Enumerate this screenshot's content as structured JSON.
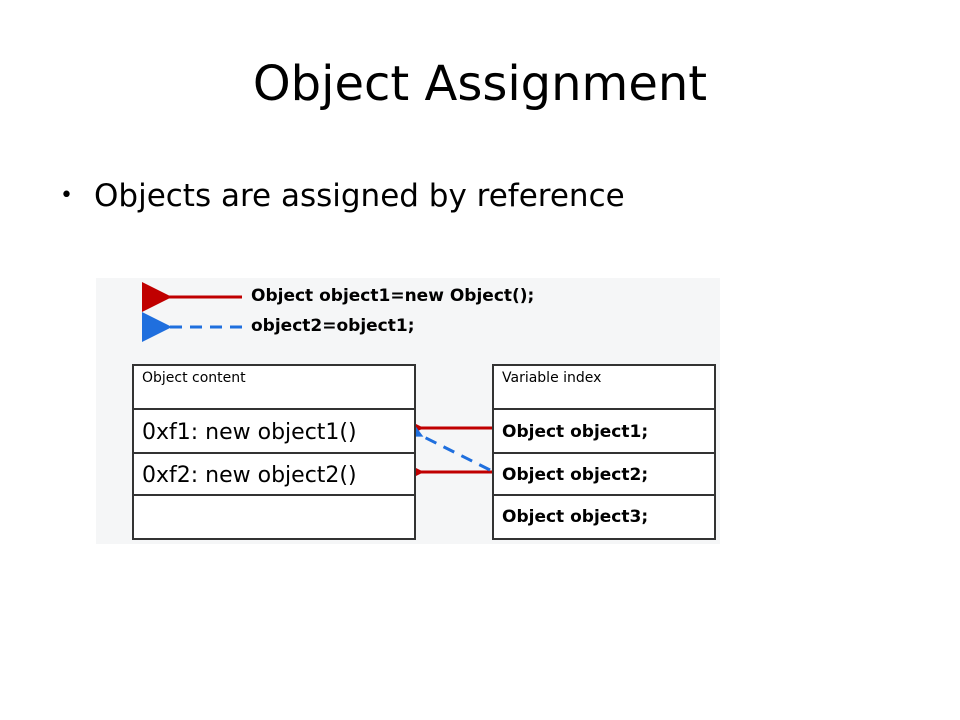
{
  "slide": {
    "title": "Object Assignment",
    "bullet": "Objects are assigned by reference"
  },
  "legend": {
    "solid_label": "Object object1=new Object();",
    "dashed_label": "object2=object1;",
    "solid_color": "#c00000",
    "dashed_color": "#1f6fde"
  },
  "object_table": {
    "header": "Object content",
    "rows": [
      "0xf1: new object1()",
      "0xf2: new object2()",
      ""
    ]
  },
  "variable_table": {
    "header": "Variable index",
    "rows": [
      "Object object1;",
      "Object object2;",
      "Object object3;"
    ]
  },
  "icons": {
    "bullet": "•"
  }
}
